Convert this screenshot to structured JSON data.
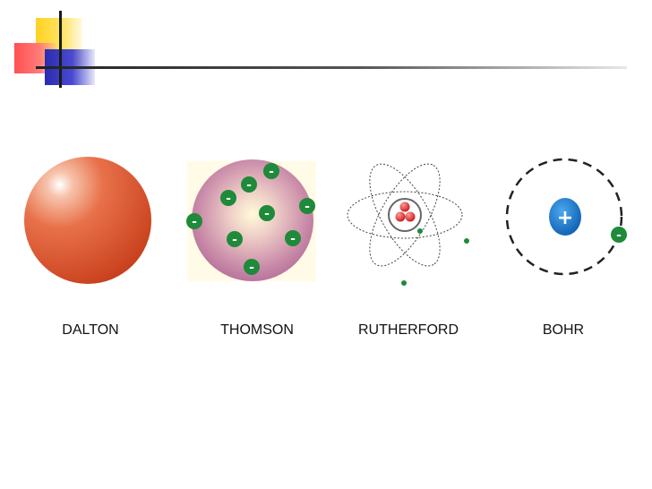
{
  "models": [
    {
      "name": "DALTON"
    },
    {
      "name": "THOMSON"
    },
    {
      "name": "RUTHERFORD"
    },
    {
      "name": "BOHR"
    }
  ],
  "symbols": {
    "electron": "-",
    "proton": "+"
  },
  "colors": {
    "dalton_sphere": "#e05a32",
    "thomson_sphere": "#c07aa8",
    "electron": "#1e8a3a",
    "nucleus_proton": "#e02a2a",
    "bohr_nucleus": "#1a7acc",
    "orbit": "#222222"
  }
}
